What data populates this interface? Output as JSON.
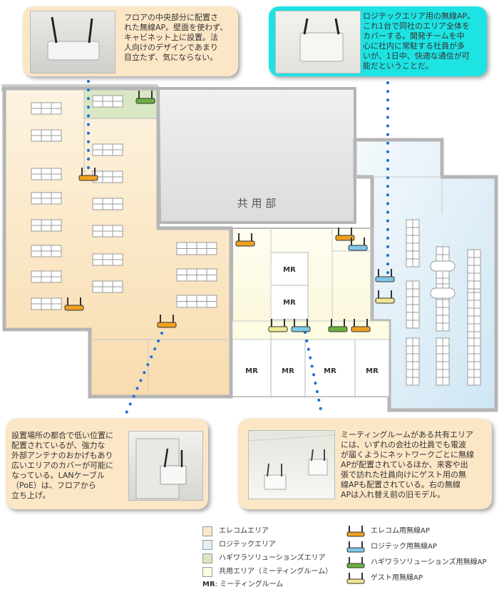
{
  "areas": {
    "common": "共 用 部"
  },
  "meeting_room_abbr": "MR",
  "colors": {
    "elecom_area": "#fbe8c8",
    "logitec_area": "#e0eff8",
    "hagiwara_area": "#d9e8c4",
    "common_area": "#fdfbe2",
    "elecom_ap": "#f0a020",
    "logitec_ap": "#7fc8e8",
    "hagiwara_ap": "#6cb040",
    "guest_ap": "#f0e890",
    "dots": "#1e6ed8"
  },
  "callouts": {
    "top_left": "フロアの中央部分に配置さ\nれた無線AP。壁面を使わず、\nキャビネット上に設置。法\n人向けのデザインであまり\n目立たず、気にならない。",
    "top_right": "ロジテックエリア用の無線AP。\nこれ1台で同社のエリア全体を\nカバーする。開発チームを中\n心に社内に常駐する社員が多\nいが、1日中、快適な通信が可\n能だということだ。",
    "bottom_left": "設置場所の都合で低い位置に\n配置されているが、強力な\n外部アンテナのおかげもあり\n広いエリアのカバーが可能に\nなっている。LANケーブル\n（PoE）は、フロアから\n立ち上げ。",
    "bottom_right": "ミーティングルームがある共有エリア\nには、いずれの会社の社員でも電波\nが届くようにネットワークごとに無線\nAPが配置されているほか、来客や出\n張で訪れた社員向けにゲスト用の無\n線APも配置されている。右の無線\nAPは入れ替え前の旧モデル。"
  },
  "legend": {
    "areas": [
      {
        "label": "エレコムエリア",
        "color": "#fbe8c8"
      },
      {
        "label": "ロジテックエリア",
        "color": "#e0eff8"
      },
      {
        "label": "ハギワラソリューションズエリア",
        "color": "#d9e8c4"
      },
      {
        "label": "共用エリア（ミーティングルーム）",
        "color": "#fdfbe2"
      }
    ],
    "mr_key": "MR",
    "mr_desc": ": ミーティングルーム",
    "aps": [
      {
        "label": "エレコム用無線AP",
        "color": "#f0a020"
      },
      {
        "label": "ロジテック用無線AP",
        "color": "#7fc8e8"
      },
      {
        "label": "ハギワラソリューションズ用無線AP",
        "color": "#6cb040"
      },
      {
        "label": "ゲスト用無線AP",
        "color": "#f0e890"
      }
    ]
  }
}
